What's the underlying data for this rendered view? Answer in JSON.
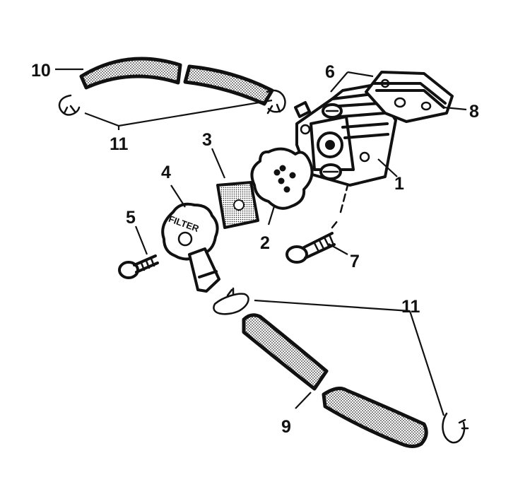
{
  "diagram": {
    "labels": [
      {
        "id": "1",
        "text": "1"
      },
      {
        "id": "2",
        "text": "2"
      },
      {
        "id": "3",
        "text": "3"
      },
      {
        "id": "4",
        "text": "4"
      },
      {
        "id": "5",
        "text": "5"
      },
      {
        "id": "6",
        "text": "6"
      },
      {
        "id": "7",
        "text": "7"
      },
      {
        "id": "8",
        "text": "8"
      },
      {
        "id": "9",
        "text": "9"
      },
      {
        "id": "10",
        "text": "10"
      },
      {
        "id": "11a",
        "text": "11"
      },
      {
        "id": "11b",
        "text": "11"
      }
    ],
    "filter_cap_text": "FILTER"
  }
}
